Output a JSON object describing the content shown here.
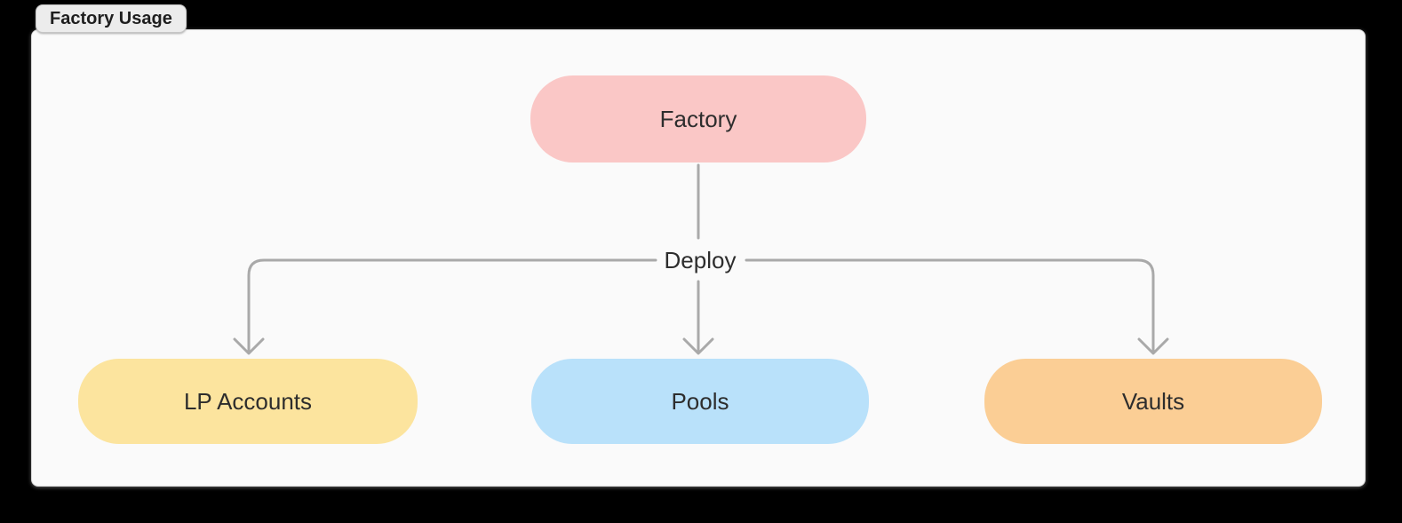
{
  "tab": {
    "label": "Factory Usage"
  },
  "diagram": {
    "edge_label": "Deploy",
    "nodes": {
      "factory": {
        "label": "Factory",
        "color": "#FAC7C6"
      },
      "lp_accounts": {
        "label": "LP Accounts",
        "color": "#FCE49E"
      },
      "pools": {
        "label": "Pools",
        "color": "#B9E1FA"
      },
      "vaults": {
        "label": "Vaults",
        "color": "#FBCE95"
      }
    },
    "edges": [
      {
        "from": "Factory",
        "to": "LP Accounts",
        "label": "Deploy"
      },
      {
        "from": "Factory",
        "to": "Pools",
        "label": "Deploy"
      },
      {
        "from": "Factory",
        "to": "Vaults",
        "label": "Deploy"
      }
    ],
    "colors": {
      "connector": "#A9A9A9",
      "panel_background": "#FAFAFA",
      "tab_background": "#ECECEC",
      "text": "#2D2D2D"
    }
  }
}
